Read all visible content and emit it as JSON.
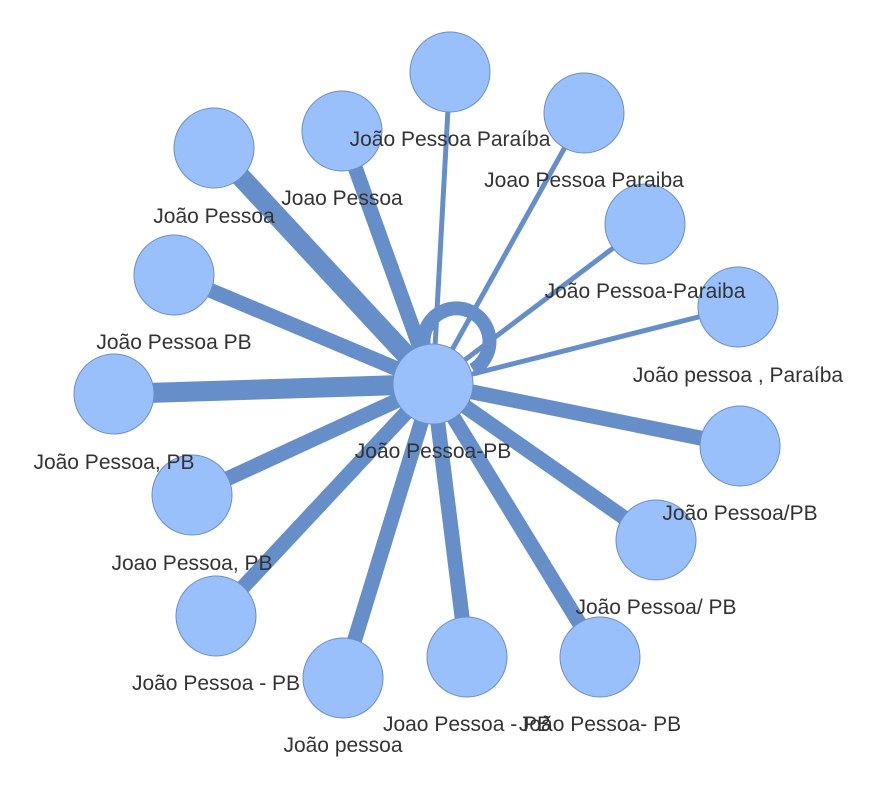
{
  "colors": {
    "edge": "#668fca",
    "node": "#99c0fa",
    "node_stroke": "#6b8fca",
    "label": "#333333"
  },
  "center": {
    "id": "hub",
    "label": "João Pessoa-PB"
  },
  "nodes": [
    {
      "id": "n1",
      "label": "João Pessoa Paraíba",
      "weight": 1
    },
    {
      "id": "n2",
      "label": "Joao Pessoa Paraiba",
      "weight": 1
    },
    {
      "id": "n3",
      "label": "João Pessoa-Paraiba",
      "weight": 1
    },
    {
      "id": "n4",
      "label": "João pessoa , Paraíba",
      "weight": 1
    },
    {
      "id": "n5",
      "label": "João Pessoa/PB",
      "weight": 3
    },
    {
      "id": "n6",
      "label": "João Pessoa/ PB",
      "weight": 3
    },
    {
      "id": "n7",
      "label": "João Pessoa- PB",
      "weight": 3
    },
    {
      "id": "n8",
      "label": "Joao Pessoa - PB",
      "weight": 3
    },
    {
      "id": "n9",
      "label": "João pessoa",
      "weight": 3
    },
    {
      "id": "n10",
      "label": "João Pessoa - PB",
      "weight": 3
    },
    {
      "id": "n11",
      "label": "Joao Pessoa, PB",
      "weight": 3
    },
    {
      "id": "n12",
      "label": "João Pessoa, PB",
      "weight": 4
    },
    {
      "id": "n13",
      "label": "João Pessoa PB",
      "weight": 3
    },
    {
      "id": "n14",
      "label": "João Pessoa",
      "weight": 4
    },
    {
      "id": "n15",
      "label": "Joao Pessoa",
      "weight": 3
    }
  ],
  "self_loop": {
    "node": "hub",
    "weight": 3
  }
}
